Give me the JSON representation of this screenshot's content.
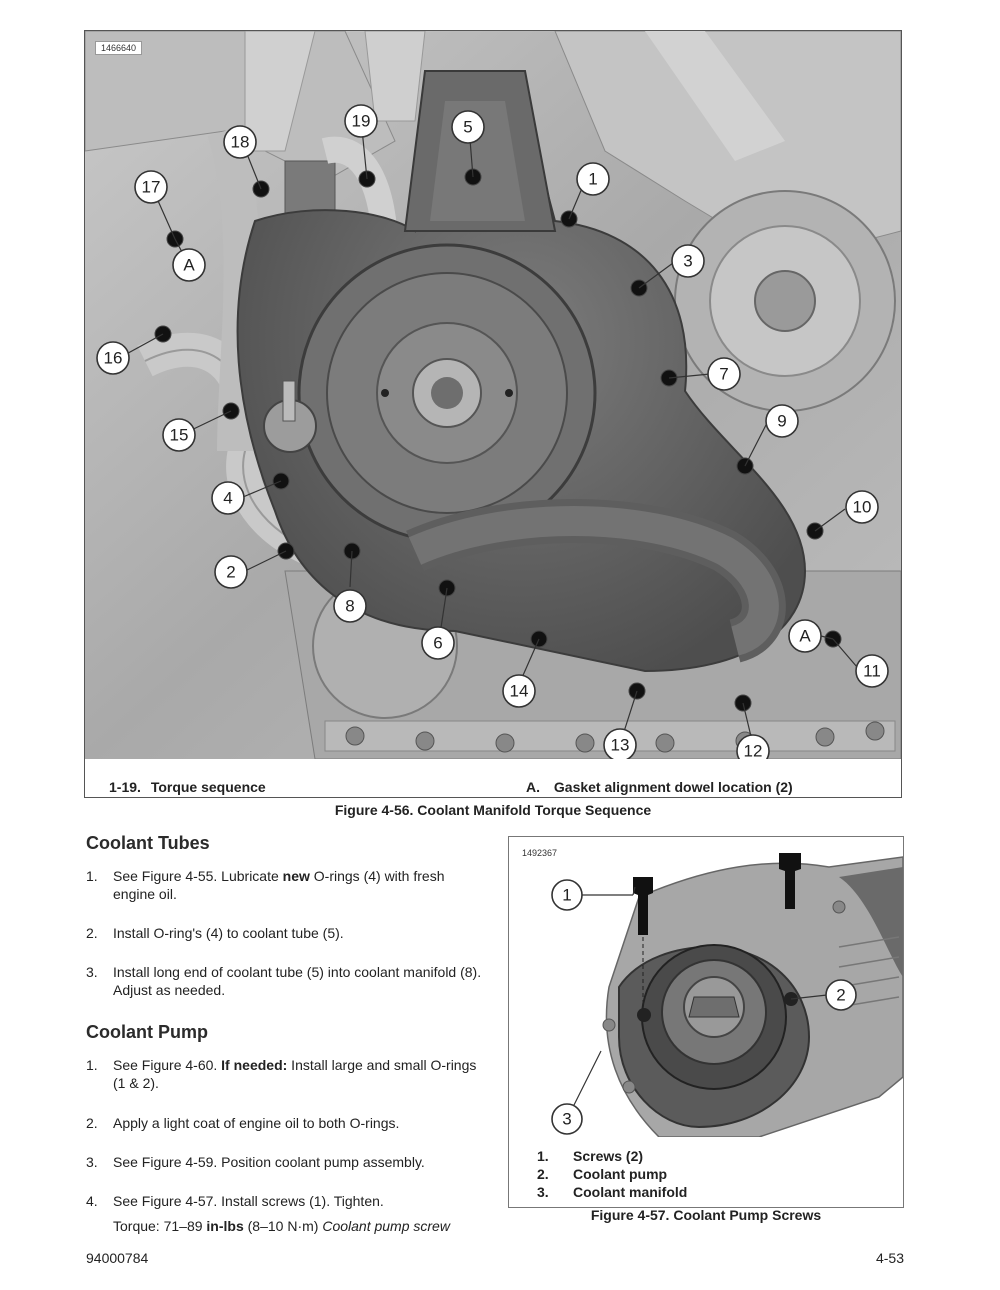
{
  "figure_top": {
    "photo_id": "1466640",
    "legend_item_1_num": "1-19.",
    "legend_item_1_text": "Torque sequence",
    "legend_item_2_num": "A.",
    "legend_item_2_text": "Gasket alignment dowel location (2)",
    "title": "Figure 4-56. Coolant Manifold Torque Sequence",
    "callouts": [
      "1",
      "2",
      "3",
      "4",
      "5",
      "6",
      "7",
      "8",
      "9",
      "10",
      "11",
      "12",
      "13",
      "14",
      "15",
      "16",
      "17",
      "18",
      "19",
      "A"
    ]
  },
  "coolant_tubes": {
    "heading": "Coolant Tubes",
    "steps": [
      {
        "num": "1.",
        "pre": "See Figure 4-55. Lubricate ",
        "bold": "new",
        "post": " O-rings (4) with fresh engine oil."
      },
      {
        "num": "2.",
        "text": "Install O-ring's (4) to coolant tube (5)."
      },
      {
        "num": "3.",
        "text": "Install long end of coolant tube (5) into coolant manifold (8). Adjust as needed."
      }
    ]
  },
  "coolant_pump": {
    "heading": "Coolant Pump",
    "steps": [
      {
        "num": "1.",
        "pre": "See Figure 4-60. ",
        "bold": "If needed:",
        "post": " Install large and small O-rings (1 & 2)."
      },
      {
        "num": "2.",
        "text": "Apply a light coat of engine oil to both O-rings."
      },
      {
        "num": "3.",
        "text": "See Figure 4-59. Position coolant pump assembly."
      },
      {
        "num": "4.",
        "text": "See Figure 4-57. Install screws (1). Tighten."
      }
    ],
    "torque": {
      "label": "Torque: 71–89 ",
      "unit_bold": "in-lbs",
      "metric": " (8–10 N·m) ",
      "name_italic": "Coolant pump screw"
    }
  },
  "figure_bottom": {
    "photo_id": "1492367",
    "legend": [
      {
        "num": "1.",
        "text": "Screws (2)"
      },
      {
        "num": "2.",
        "text": "Coolant pump"
      },
      {
        "num": "3.",
        "text": "Coolant manifold"
      }
    ],
    "title": "Figure 4-57. Coolant Pump Screws",
    "callouts": [
      "1",
      "2",
      "3"
    ]
  },
  "footer": {
    "doc_number": "94000784",
    "page_number": "4-53"
  },
  "colors": {
    "photo_light": "#b9b9b9",
    "photo_mid": "#8a8a8a",
    "photo_dark": "#555555",
    "text": "#222222"
  }
}
